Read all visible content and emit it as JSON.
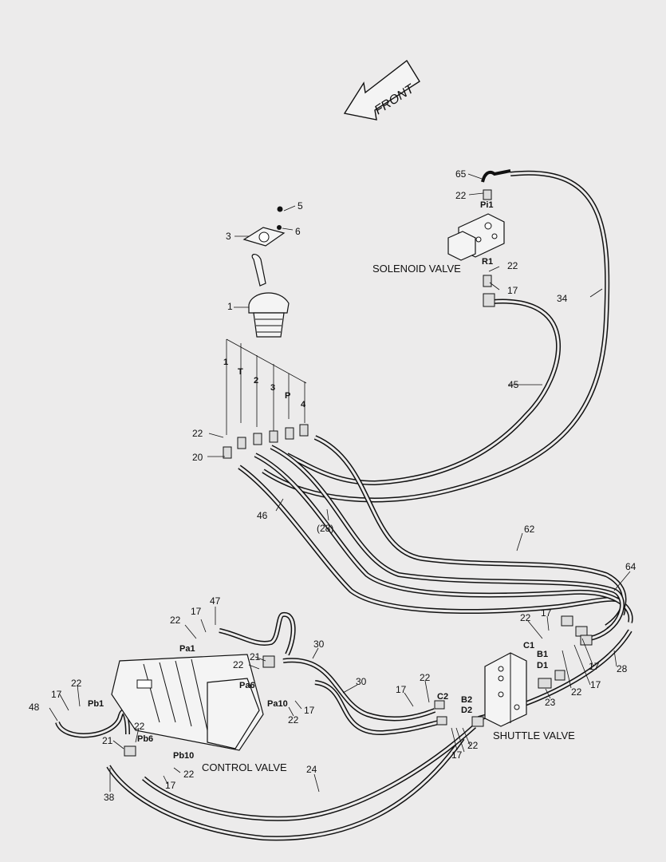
{
  "front_label": "FRONT",
  "captions": {
    "solenoid": "SOLENOID VALVE",
    "control": "CONTROL VALVE",
    "shuttle": "SHUTTLE VALVE"
  },
  "ports": {
    "pi1": "Pi1",
    "r1": "R1",
    "j1": "1",
    "jt": "T",
    "j2": "2",
    "j3": "3",
    "jp": "P",
    "j4": "4",
    "pa1": "Pa1",
    "pa6": "Pa6",
    "pa10": "Pa10",
    "pb1": "Pb1",
    "pb6": "Pb6",
    "pb10": "Pb10",
    "c1": "C1",
    "b1": "B1",
    "d1": "D1",
    "c2": "C2",
    "b2": "B2",
    "d2": "D2"
  },
  "callouts": {
    "c65": "65",
    "c22a": "22",
    "c22b": "22",
    "c17a": "17",
    "c34": "34",
    "c5": "5",
    "c6": "6",
    "c3": "3",
    "c1": "1",
    "c45": "45",
    "c22c": "22",
    "c20": "20",
    "c46": "46",
    "c28p": "(28)",
    "c62": "62",
    "c64": "64",
    "c28": "28",
    "c47": "47",
    "c17b": "17",
    "c22d": "22",
    "c30a": "30",
    "c21a": "21",
    "c22e": "22",
    "c30b": "30",
    "c17c": "17",
    "c22f": "22",
    "c17d": "17",
    "c22g": "22",
    "c48": "48",
    "c22h": "22",
    "c21b": "21",
    "c38": "38",
    "c22i": "22",
    "c17e": "17",
    "c24": "24",
    "c17f": "17",
    "c22j": "22",
    "c22k": "22",
    "c17g": "17",
    "c22l": "22",
    "c17h": "17",
    "c23": "23",
    "c17i": "17",
    "c17j": "17",
    "c22m": "22"
  }
}
